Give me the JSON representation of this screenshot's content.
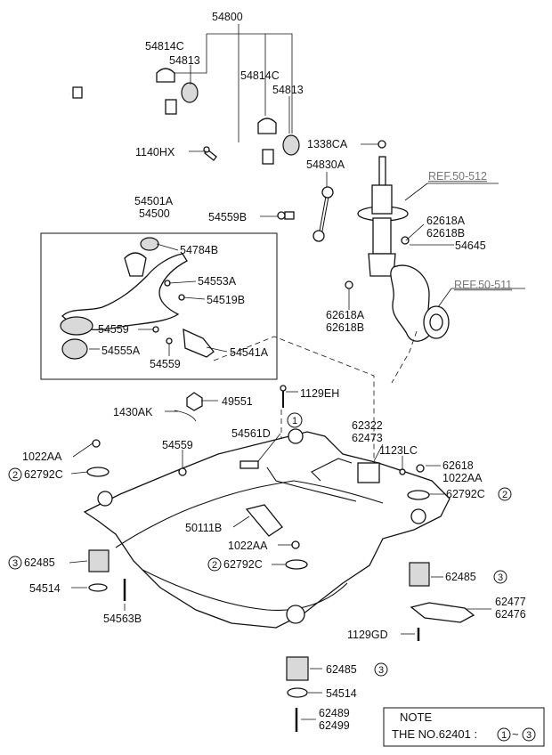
{
  "labels": {
    "p54800": "54800",
    "p54814c_a": "54814C",
    "p54813_a": "54813",
    "p54814c_b": "54814C",
    "p54813_b": "54813",
    "p1140hx": "1140HX",
    "p1338ca": "1338CA",
    "p54830a": "54830A",
    "ref50512": "REF.50-512",
    "p54559b": "54559B",
    "p62618a_top": "62618A",
    "p62618b_top": "62618B",
    "p54645": "54645",
    "p54501a": "54501A",
    "p54500": "54500",
    "p54784b": "54784B",
    "p54553a": "54553A",
    "p54519b": "54519B",
    "p54559_a": "54559",
    "p54555a": "54555A",
    "p54559_b": "54559",
    "p54541a": "54541A",
    "ref50511": "REF.50-511",
    "p62618a_bot": "62618A",
    "p62618b_bot": "62618B",
    "p49551": "49551",
    "p1129eh": "1129EH",
    "p1430ak": "1430AK",
    "p62322": "62322",
    "p62473": "62473",
    "p1022aa_a": "1022AA",
    "p62792c_a": "62792C",
    "p54559_c": "54559",
    "p54561d": "54561D",
    "p1123lc": "1123LC",
    "p62618": "62618",
    "p1022aa_b": "1022AA",
    "p62792c_b": "62792C",
    "p50111b": "50111B",
    "p1022aa_c": "1022AA",
    "p62485_a": "62485",
    "p62792c_c": "62792C",
    "p62485_b": "62485",
    "p54514_a": "54514",
    "p54563b": "54563B",
    "p62477": "62477",
    "p62476": "62476",
    "p1129gd": "1129GD",
    "p62485_c": "62485",
    "p54514_b": "54514",
    "p62489": "62489",
    "p62499": "62499"
  },
  "markers": {
    "one": "1",
    "two": "2",
    "three": "3"
  },
  "note": {
    "title": "NOTE",
    "text": "THE NO.62401 :",
    "range_start": "1",
    "range_sep": "~",
    "range_end": "3"
  }
}
